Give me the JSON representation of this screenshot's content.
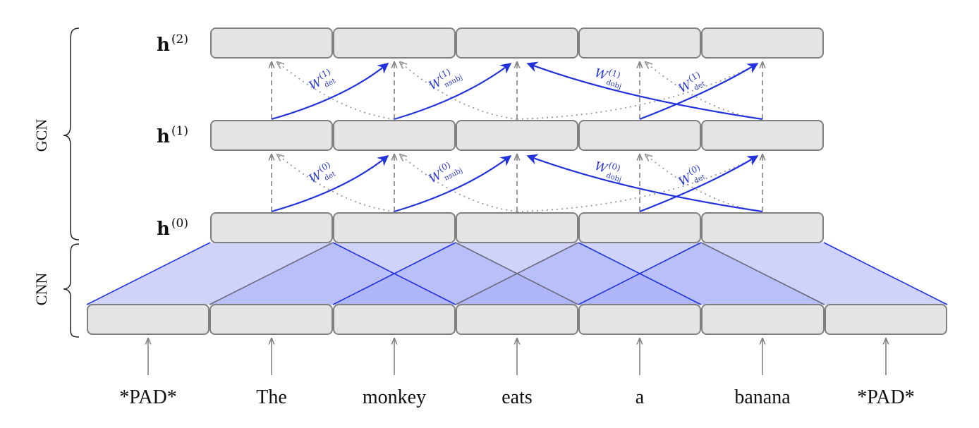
{
  "sections": {
    "gcn": "GCN",
    "cnn": "CNN"
  },
  "words": [
    "*PAD*",
    "The",
    "monkey",
    "eats",
    "a",
    "banana",
    "*PAD*"
  ],
  "layers": [
    {
      "base": "h",
      "sup": "(2)"
    },
    {
      "base": "h",
      "sup": "(1)"
    },
    {
      "base": "h",
      "sup": "(0)"
    }
  ],
  "edge_labels": {
    "layer1": [
      {
        "w": "W",
        "sup": "(1)",
        "sub": "det"
      },
      {
        "w": "W",
        "sup": "(1)",
        "sub": "nsubj"
      },
      {
        "w": "W",
        "sup": "(1)",
        "sub": "dobj"
      },
      {
        "w": "W",
        "sup": "(1)",
        "sub": "det"
      }
    ],
    "layer0": [
      {
        "w": "W",
        "sup": "(0)",
        "sub": "det"
      },
      {
        "w": "W",
        "sup": "(0)",
        "sub": "nsubj"
      },
      {
        "w": "W",
        "sup": "(0)",
        "sub": "dobj"
      },
      {
        "w": "W",
        "sup": "(0)",
        "sub": "det"
      }
    ]
  },
  "colors": {
    "node_fill": "#e4e4e4",
    "node_stroke": "#808080",
    "edge_blue": "#2233dd",
    "self_loop": "#808080",
    "reverse_edge": "#999999",
    "conv_fill": "#a8aef5"
  }
}
